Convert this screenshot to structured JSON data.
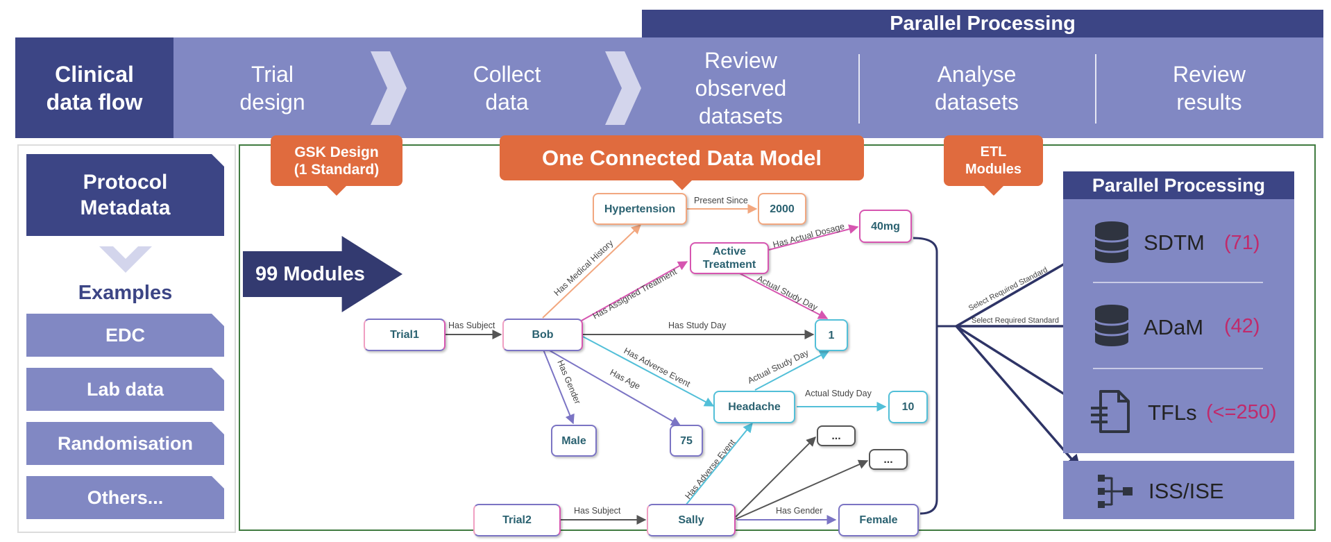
{
  "header": {
    "parallel_processing": "Parallel Processing",
    "flow_label": "Clinical\ndata flow",
    "stages": [
      "Trial\ndesign",
      "Collect\ndata",
      "Review\nobserved\ndatasets",
      "Analyse\ndatasets",
      "Review\nresults"
    ]
  },
  "left": {
    "protocol": "Protocol\nMetadata",
    "examples_title": "Examples",
    "examples": [
      "EDC",
      "Lab data",
      "Randomisation",
      "Others..."
    ]
  },
  "callouts": {
    "gsk": "GSK Design\n(1 Standard)",
    "model": "One Connected Data Model",
    "etl": "ETL\nModules"
  },
  "modules": "99 Modules",
  "graph": {
    "nodes": {
      "hypertension": "Hypertension",
      "year": "2000",
      "dose": "40mg",
      "active": "Active\nTreatment",
      "trial1": "Trial1",
      "bob": "Bob",
      "one": "1",
      "headache": "Headache",
      "ten": "10",
      "male": "Male",
      "age": "75",
      "dots1": "...",
      "dots2": "...",
      "trial2": "Trial2",
      "sally": "Sally",
      "female": "Female"
    },
    "edges": {
      "present_since": "Present Since",
      "has_actual_dosage": "Has Actual Dosage",
      "has_medical_history": "Has Medical History",
      "has_assigned_treatment": "Has Assigned Treatment",
      "actual_study_day_1": "Actual Study Day",
      "has_subject_1": "Has Subject",
      "has_study_day": "Has Study Day",
      "has_adverse_event_1": "Has Adverse Event",
      "actual_study_day_2": "Actual Study Day",
      "actual_study_day_3": "Actual Study Day",
      "has_gender": "Has Gender",
      "has_age": "Has Age",
      "has_adverse_event_2": "Has Adverse Event",
      "has_subject_2": "Has Subject",
      "has_gender_2": "Has Gender",
      "select_standard_1": "Select Required Standard",
      "select_standard_2": "Select Required Standard"
    }
  },
  "outputs": {
    "title": "Parallel Processing",
    "sdtm": {
      "label": "SDTM",
      "count": "(71)"
    },
    "adam": {
      "label": "ADaM",
      "count": "(42)"
    },
    "tfls": {
      "label": "TFLs",
      "count": "(<=250)"
    },
    "iss": {
      "label": "ISS/ISE"
    }
  },
  "colors": {
    "dark": "#3c4585",
    "light": "#8188c3",
    "orange": "#e06b3e",
    "pink": "#d655b0",
    "cyan": "#52bfd8",
    "peach": "#f2a77f",
    "violet": "#7b74c4"
  }
}
